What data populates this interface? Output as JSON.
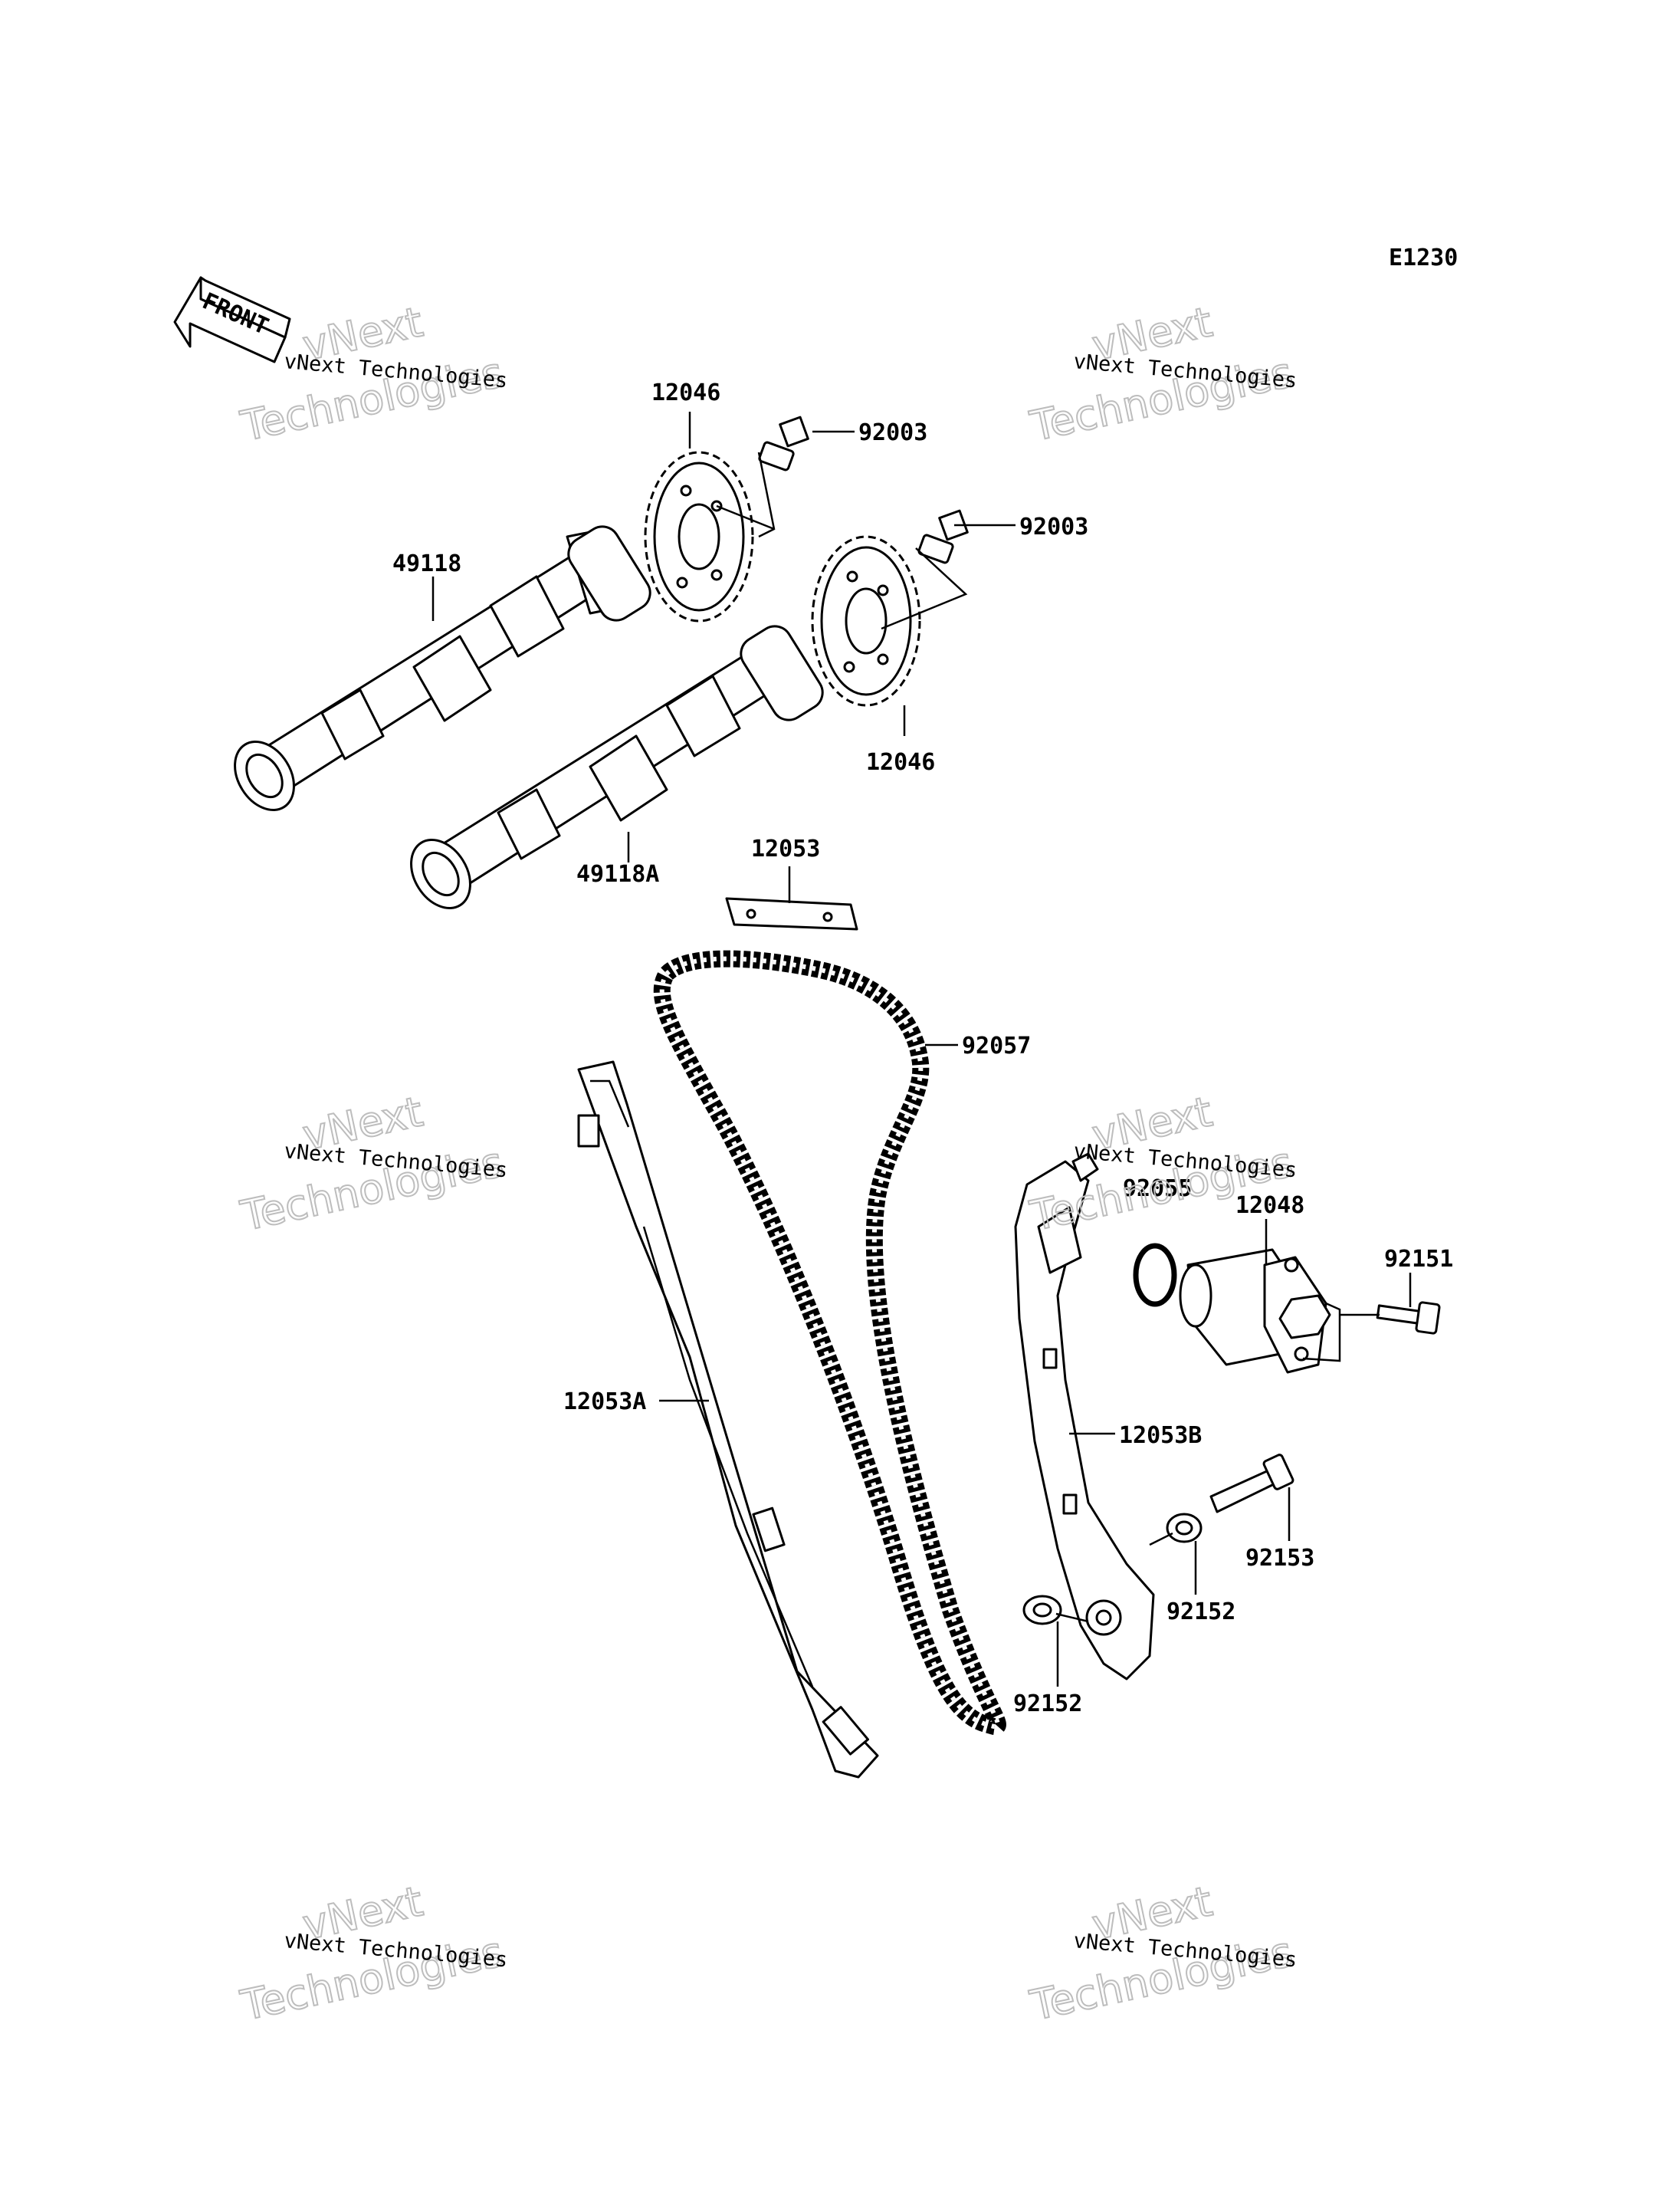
{
  "diagram_code": "E1230",
  "front_label": "FRONT",
  "watermark": {
    "small_text": "vNext Technologies",
    "large_line1": "vNext",
    "large_line2": "Technologies"
  },
  "parts": {
    "camshaft_sprocket_upper": "12046",
    "camshaft_sprocket_lower": "12046",
    "sprocket_bolt_upper": "92003",
    "sprocket_bolt_lower": "92003",
    "camshaft_exhaust": "49118",
    "camshaft_intake": "49118A",
    "chain_guide_top": "12053",
    "cam_chain": "92057",
    "chain_guide_front": "12053A",
    "tensioner_guide": "12053B",
    "o_ring": "92055",
    "chain_tensioner": "12048",
    "tensioner_bolt": "92151",
    "pivot_bolt": "92153",
    "collar_upper": "92152",
    "collar_lower": "92152"
  }
}
